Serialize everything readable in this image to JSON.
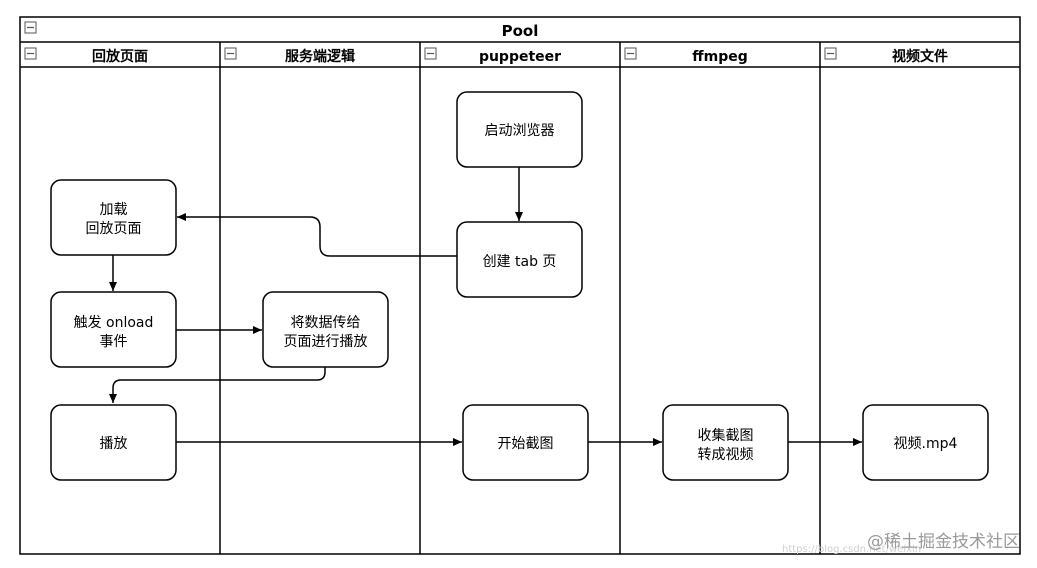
{
  "pool": {
    "title": "Pool"
  },
  "lanes": [
    {
      "id": "replay-page",
      "title": "回放页面"
    },
    {
      "id": "server-logic",
      "title": "服务端逻辑"
    },
    {
      "id": "puppeteer",
      "title": "puppeteer"
    },
    {
      "id": "ffmpeg",
      "title": "ffmpeg"
    },
    {
      "id": "video-file",
      "title": "视频文件"
    }
  ],
  "nodes": {
    "launch_browser": {
      "lines": [
        "启动浏览器"
      ]
    },
    "create_tab": {
      "lines": [
        "创建 tab 页"
      ]
    },
    "load_page": {
      "lines": [
        "加载",
        "回放页面"
      ]
    },
    "trigger_onload": {
      "lines": [
        "触发 onload",
        "事件"
      ]
    },
    "pass_data": {
      "lines": [
        "将数据传给",
        "页面进行播放"
      ]
    },
    "play": {
      "lines": [
        "播放"
      ]
    },
    "start_screenshot": {
      "lines": [
        "开始截图"
      ]
    },
    "collect_convert": {
      "lines": [
        "收集截图",
        "转成视频"
      ]
    },
    "video_mp4": {
      "lines": [
        "视频.mp4"
      ]
    }
  },
  "edges": [
    [
      "launch_browser",
      "create_tab"
    ],
    [
      "create_tab",
      "load_page"
    ],
    [
      "load_page",
      "trigger_onload"
    ],
    [
      "trigger_onload",
      "pass_data"
    ],
    [
      "pass_data",
      "play"
    ],
    [
      "play",
      "start_screenshot"
    ],
    [
      "start_screenshot",
      "collect_convert"
    ],
    [
      "collect_convert",
      "video_mp4"
    ]
  ],
  "watermark": {
    "text": "@稀土掘金技术社区",
    "url": "https://blog.csdn.net/weixin"
  },
  "colors": {
    "stroke": "#000000",
    "background": "#ffffff",
    "collapse_icon": "#555555"
  }
}
